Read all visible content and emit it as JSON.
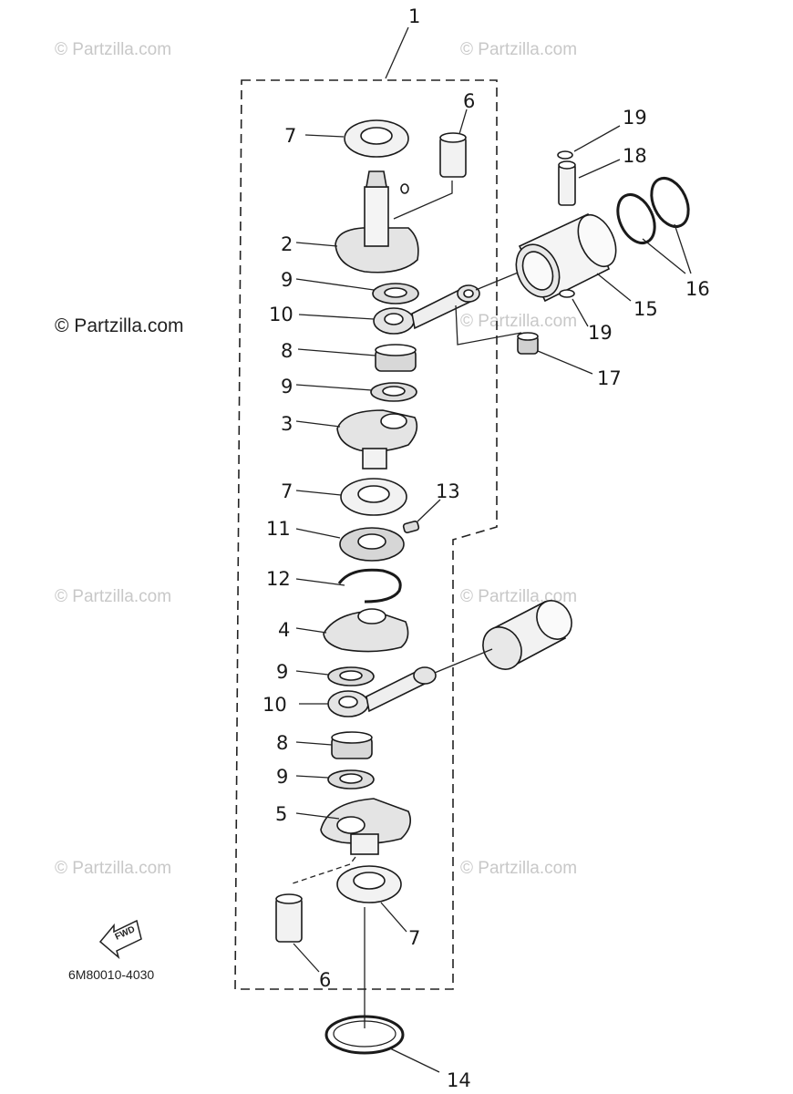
{
  "watermark": "© Partzilla.com",
  "drawing_code": "6M80010-4030",
  "fwd_label": "FWD",
  "callouts": {
    "c1": "1",
    "c2": "2",
    "c3": "3",
    "c4": "4",
    "c5": "5",
    "c6a": "6",
    "c6b": "6",
    "c7a": "7",
    "c7b": "7",
    "c7c": "7",
    "c8a": "8",
    "c8b": "8",
    "c9a": "9",
    "c9b": "9",
    "c9c": "9",
    "c9d": "9",
    "c10a": "10",
    "c10b": "10",
    "c11": "11",
    "c12": "12",
    "c13": "13",
    "c14": "14",
    "c15": "15",
    "c16": "16",
    "c17": "17",
    "c18": "18",
    "c19a": "19",
    "c19b": "19"
  },
  "colors": {
    "ink": "#1a1a1a",
    "watermark": "#c8c8c8",
    "background": "#ffffff"
  }
}
